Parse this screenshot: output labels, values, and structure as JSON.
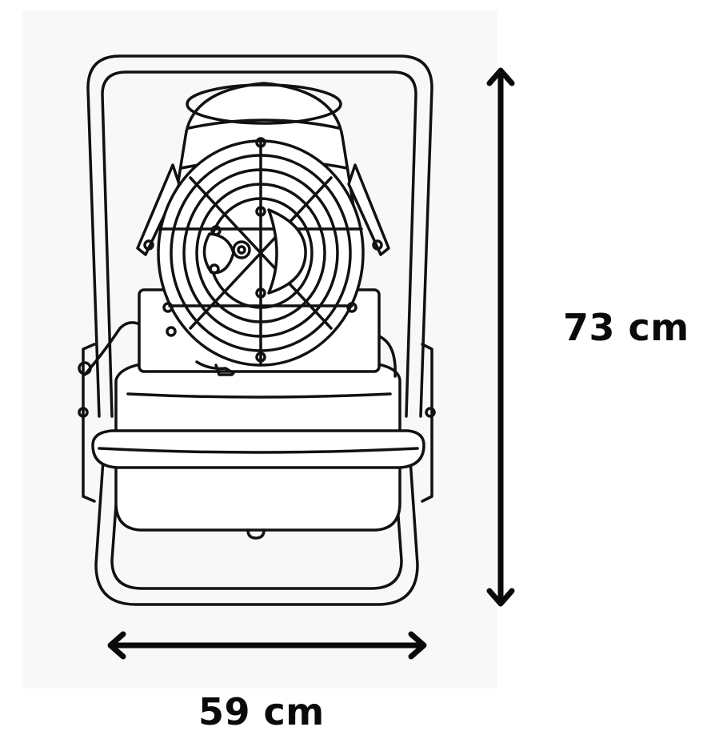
{
  "dimensions": {
    "height": "73 cm",
    "width": "59 cm"
  },
  "colors": {
    "line": "#111111",
    "arrow": "#0a0a0a",
    "panel": "#f8f8f8",
    "fill": "#ffffff"
  },
  "icons": {
    "product": "space-heater-drawing",
    "height_arrow": "double-arrow-vertical",
    "width_arrow": "double-arrow-horizontal"
  }
}
